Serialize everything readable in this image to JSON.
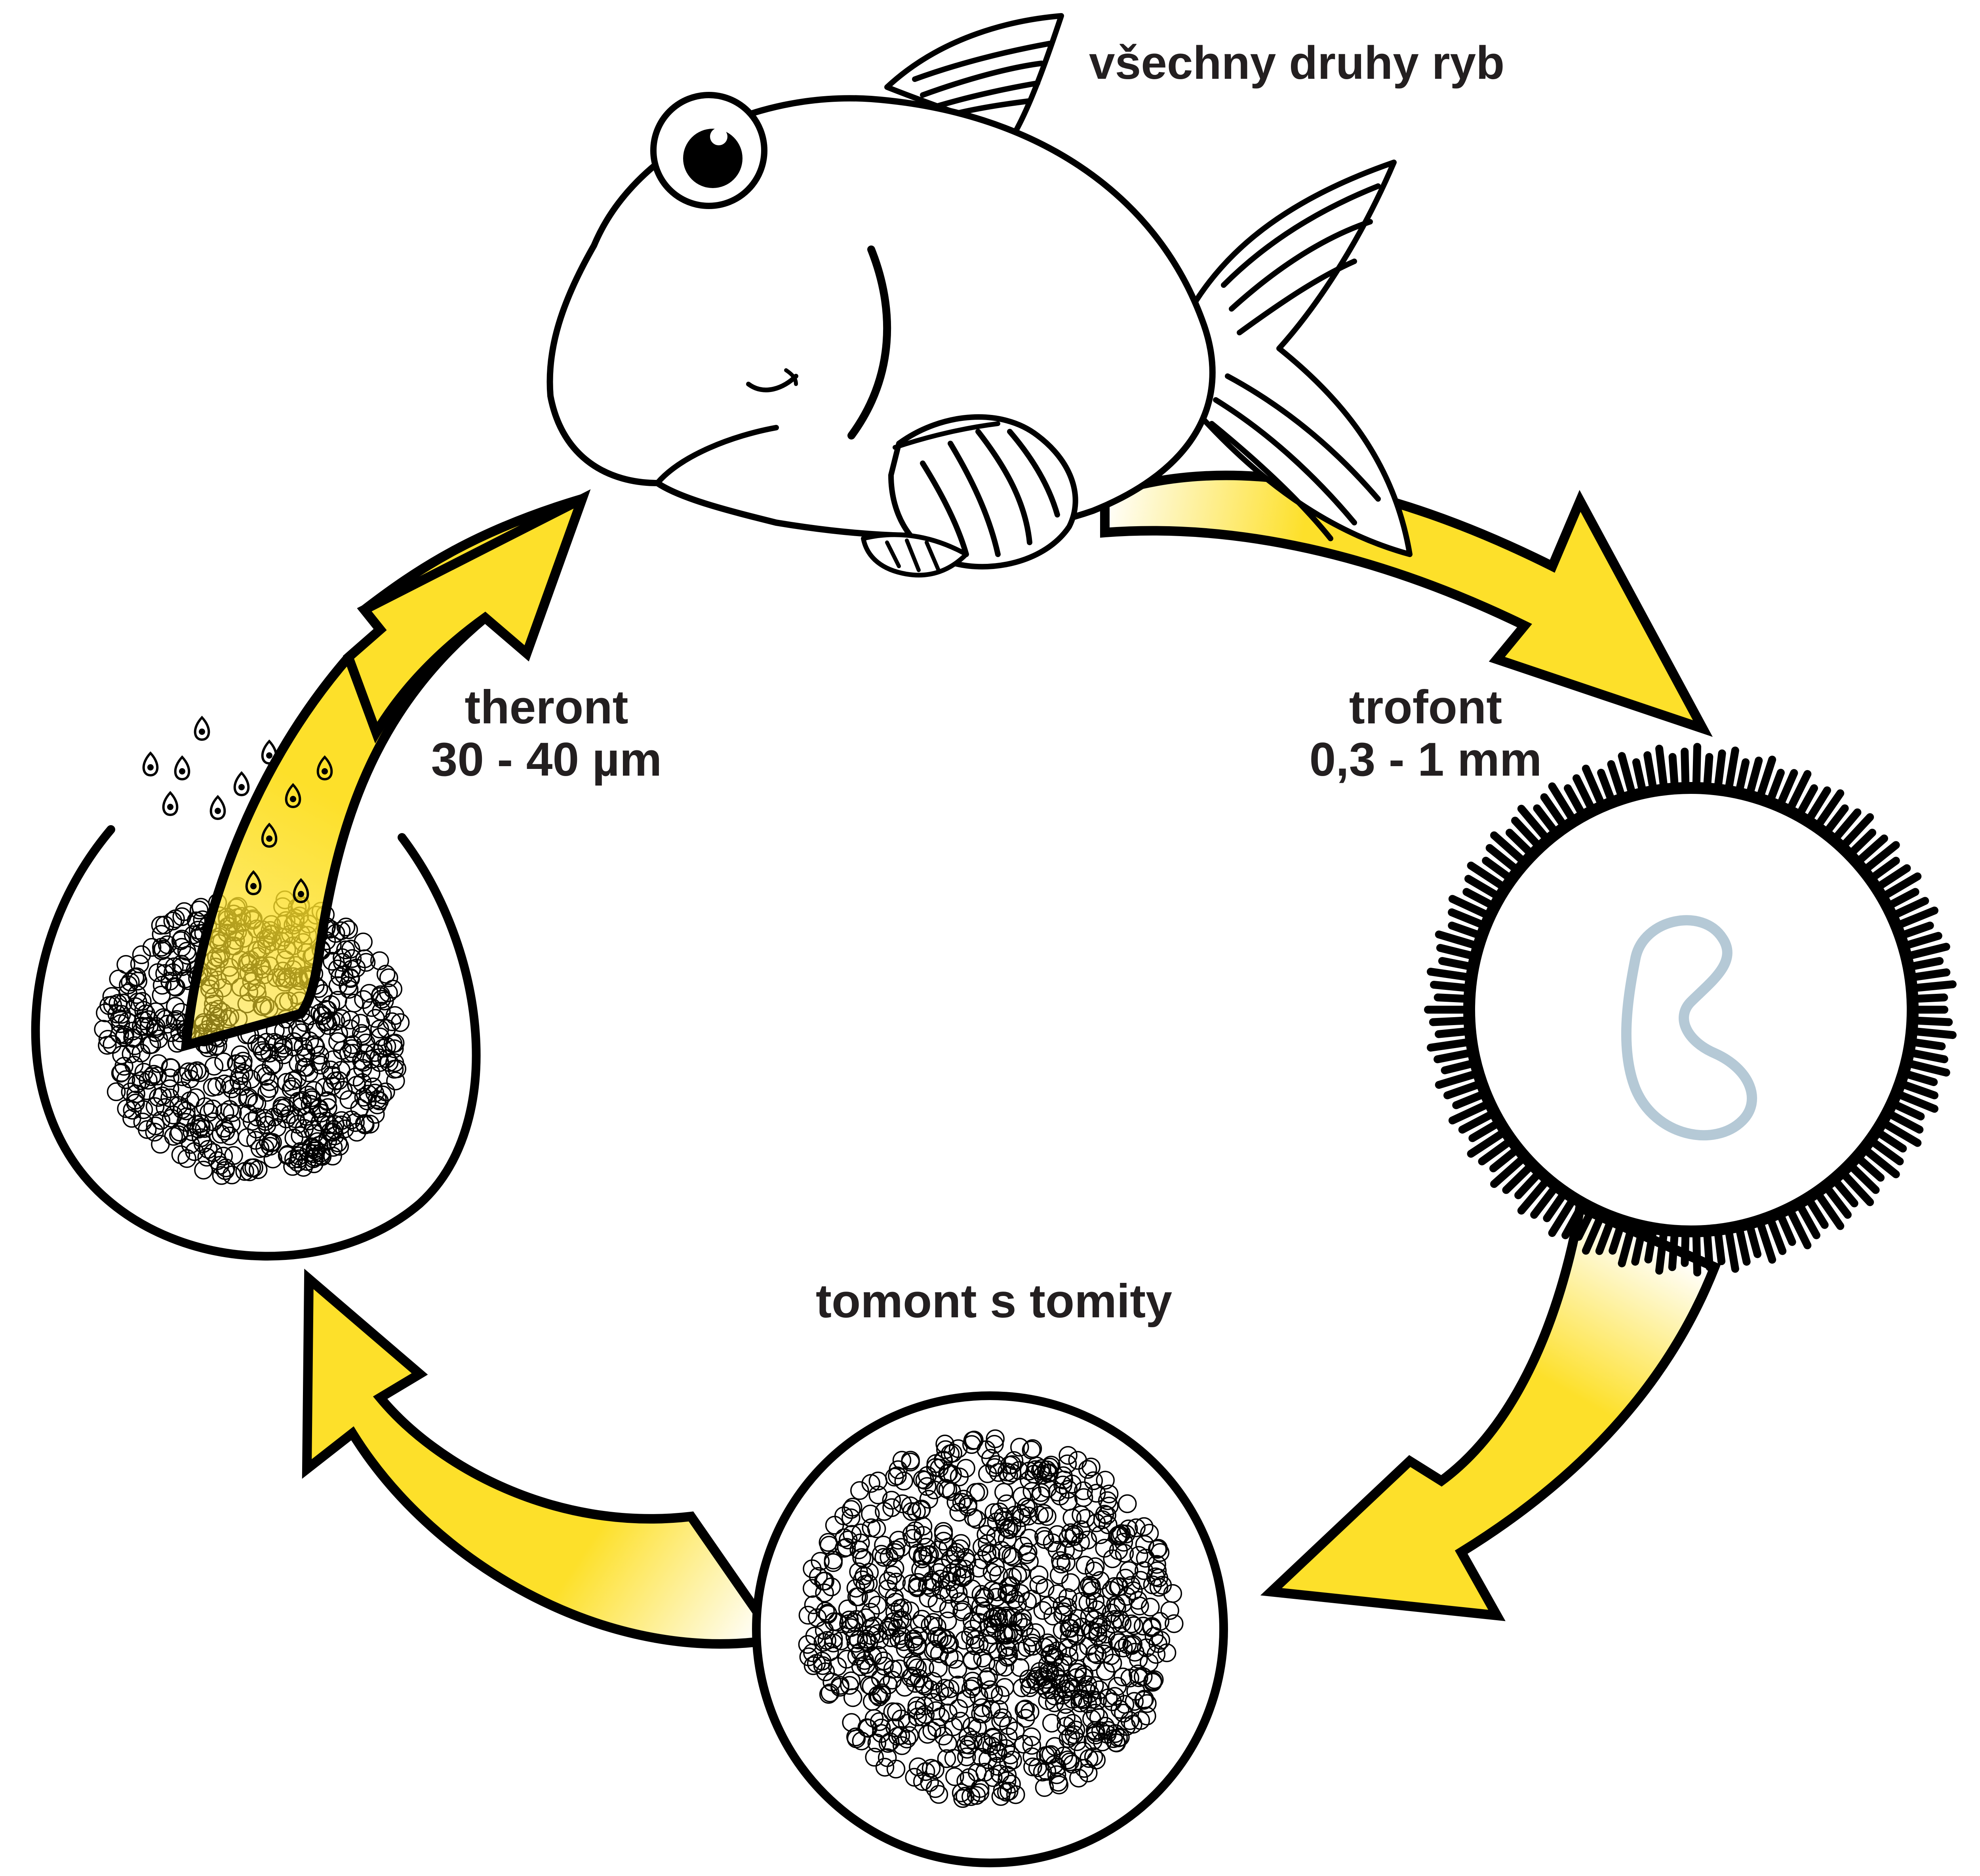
{
  "labels": {
    "host": "všechny druhy ryb",
    "theront": {
      "name": "theront",
      "size": "30 - 40 µm"
    },
    "trofont": {
      "name": "trofont",
      "size": "0,3 - 1 mm"
    },
    "tomont": "tomont s tomity"
  },
  "colors": {
    "arrow_fill": "#fde02a",
    "arrow_fade": "#ffffff",
    "outline": "#000000",
    "text": "#231f20",
    "nucleus": "#b5c9d6"
  },
  "stages": [
    "fish-host",
    "trofont",
    "tomont",
    "cyst-releasing-theronts"
  ]
}
